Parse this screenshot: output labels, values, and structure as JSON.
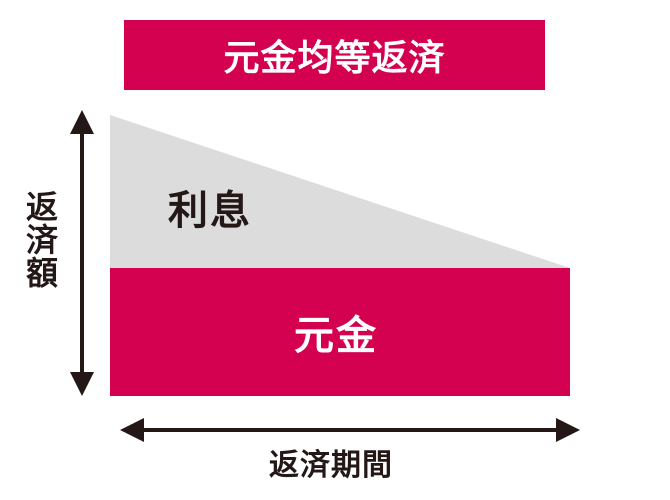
{
  "title": "元金均等返済",
  "labels": {
    "interest": "利息",
    "principal": "元金",
    "y_axis": "返済額",
    "x_axis": "返済期間"
  },
  "colors": {
    "accent": "#d40050",
    "interest_fill": "#dcdcdc",
    "text": "#231815",
    "white": "#ffffff"
  }
}
